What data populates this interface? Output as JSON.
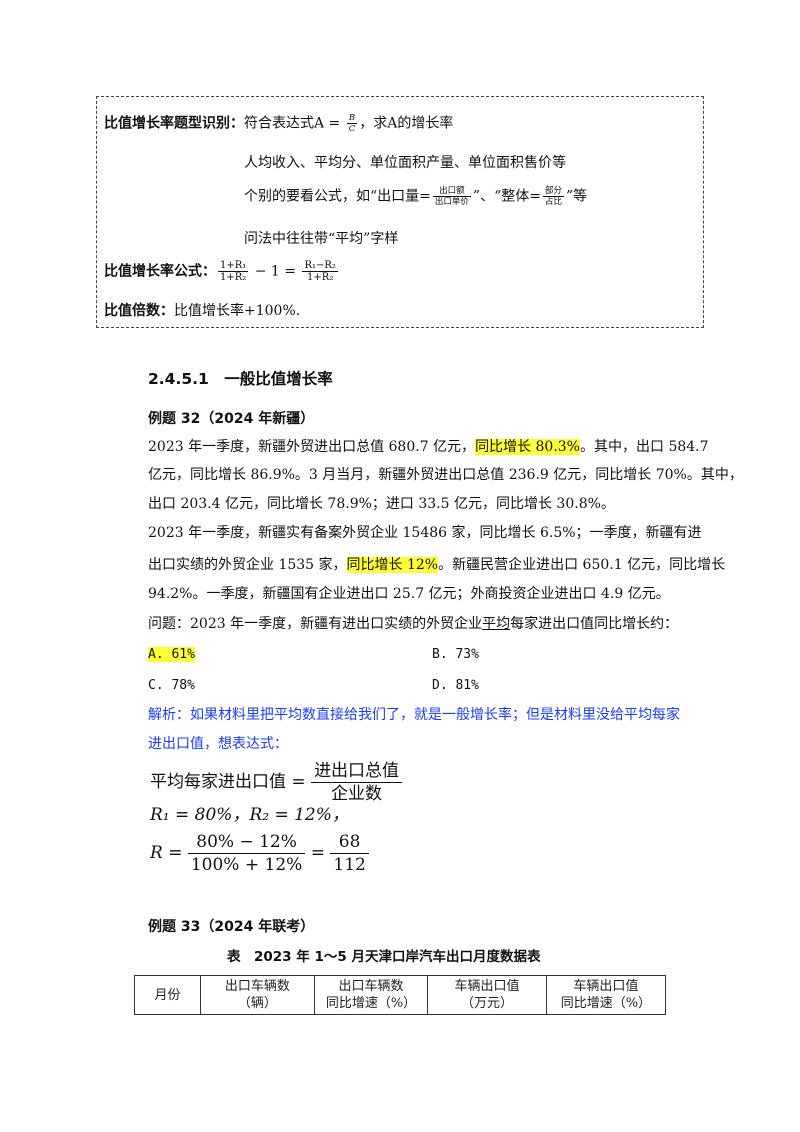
{
  "box": {
    "l1_label": "比值增长率题型识别：",
    "l1_text": "符合表达式A = ",
    "l1_frac_num": "B",
    "l1_frac_den": "C",
    "l1_tail": "，求A的增长率",
    "l2": "人均收入、平均分、单位面积产量、单位面积售价等",
    "l3_a": "个别的要看公式，如“出口量=",
    "l3_frac1_num": "出口额",
    "l3_frac1_den": "出口单价",
    "l3_b": "”、“整体=",
    "l3_frac2_num": "部分",
    "l3_frac2_den": "占比",
    "l3_c": "”等",
    "l4": "问法中往往带“平均”字样",
    "l5_label": "比值增长率公式：",
    "l5_f1_num": "1+R₁",
    "l5_f1_den": "1+R₂",
    "l5_mid": " − 1 = ",
    "l5_f2_num": "R₁−R₂",
    "l5_f2_den": "1+R₂",
    "l6_label": "比值倍数：",
    "l6_text": "比值增长率+100%."
  },
  "section_heading": "2.4.5.1　一般比值增长率",
  "ex32": {
    "title": "例题 32（2024 年新疆）",
    "p1_a": "2023 年一季度，新疆外贸进出口总值 680.7 亿元，",
    "p1_hl": "同比增长 80.3%",
    "p1_b": "。其中，出口 584.7",
    "p1_l2": "亿元，同比增长 86.9%。3 月当月，新疆外贸进出口总值 236.9 亿元，同比增长 70%。其中，",
    "p1_l3": "出口 203.4 亿元，同比增长 78.9%；进口 33.5 亿元，同比增长 30.8%。",
    "p2_l1": "2023 年一季度，新疆实有备案外贸企业 15486 家，同比增长 6.5%；一季度，新疆有进",
    "p2_l2_a": "出口实绩的外贸企业 1535 家，",
    "p2_l2_hl": "同比增长 12%",
    "p2_l2_b": "。新疆民营企业进出口 650.1 亿元，同比增长",
    "p2_l3": "94.2%。一季度，新疆国有企业进出口 25.7 亿元；外商投资企业进出口 4.9 亿元。",
    "q_a": "问题：2023 年一季度，新疆有进出口实绩的外贸企业",
    "q_u": "平均",
    "q_b": "每家进出口值同比增长约：",
    "opt_a": "A. 61%",
    "opt_b": "B. 73%",
    "opt_c": "C. 78%",
    "opt_d": "D. 81%",
    "analysis_l1": "解析：如果材料里把平均数直接给我们了，就是一般增长率；但是材料里没给平均每家",
    "analysis_l2": "进出口值，想表达式：",
    "f1_left": "平均每家进出口值 =",
    "f1_num": "进出口总值",
    "f1_den": "企业数",
    "f2": "R₁ = 80%，R₂ = 12%，",
    "f3_left": "R =",
    "f3_num1": "80% − 12%",
    "f3_den1": "100% + 12%",
    "f3_eq": "=",
    "f3_num2": "68",
    "f3_den2": "112"
  },
  "ex33": {
    "title": "例题 33（2024 年联考）",
    "table_title": "表　2023 年 1～5 月天津口岸汽车出口月度数据表",
    "headers": [
      {
        "l1": "月份",
        "l2": ""
      },
      {
        "l1": "出口车辆数",
        "l2": "（辆）"
      },
      {
        "l1": "出口车辆数",
        "l2": "同比增速（%）"
      },
      {
        "l1": "车辆出口值",
        "l2": "（万元）"
      },
      {
        "l1": "车辆出口值",
        "l2": "同比增速（%）"
      }
    ]
  }
}
